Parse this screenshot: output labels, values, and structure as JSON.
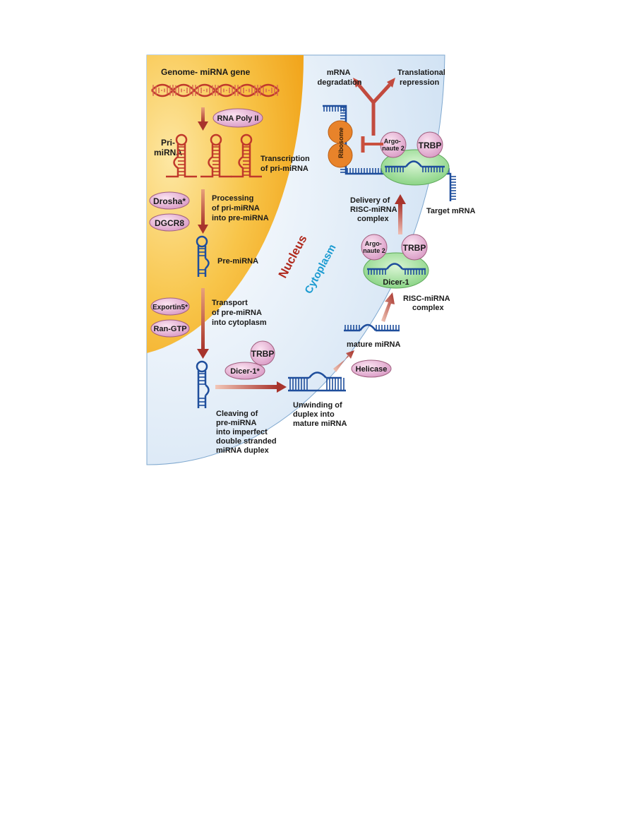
{
  "nucleus": {
    "region_label": "Nucleus",
    "gene_label": "Genome- miRNA gene",
    "rna_poly": "RNA Poly II",
    "pri_label": [
      "Pri-",
      "miRNA"
    ],
    "transcription": [
      "Transcription",
      "of pri-miRNA"
    ],
    "drosha": "Drosha*",
    "dgcr8": "DGCR8",
    "processing": [
      "Processing",
      "of pri-miRNA",
      "into pre-miRNA"
    ],
    "pre_label": "Pre-miRNA",
    "exportin": "Exportin5*",
    "ran": "Ran-GTP",
    "transport": [
      "Transport",
      "of pre-miRNA",
      "into cytoplasm"
    ]
  },
  "cytoplasm": {
    "region_label": "Cytoplasm",
    "trbp": "TRBP",
    "dicer_star": "Dicer-1*",
    "cleaving": [
      "Cleaving of",
      "pre-miRNA",
      "into imperfect",
      "double stranded",
      "miRNA duplex"
    ],
    "unwinding": [
      "Unwinding of",
      "duplex into",
      "mature miRNA"
    ],
    "helicase": "Helicase",
    "mature": "mature miRNA",
    "argonaute": [
      "Argo-",
      "naute 2"
    ],
    "dicer1": "Dicer-1",
    "risc": [
      "RISC-miRNA",
      "complex"
    ],
    "delivery": [
      "Delivery of",
      "RISC-miRNA",
      "complex"
    ],
    "target": "Target mRNA",
    "ribosome": "Ribosome",
    "degradation": [
      "mRNA",
      "degradation"
    ],
    "repression": [
      "Translational",
      "repression"
    ]
  },
  "colors": {
    "nucleus": "#f5b324",
    "cytoplasm": "#d6e6f5",
    "arrow": "#a8342c",
    "rna_red": "#c0392b",
    "rna_blue": "#1f4e9c",
    "protein": "#e8b9d8",
    "dicer_green": "#9fdc9a",
    "ribosome": "#e8832a"
  }
}
